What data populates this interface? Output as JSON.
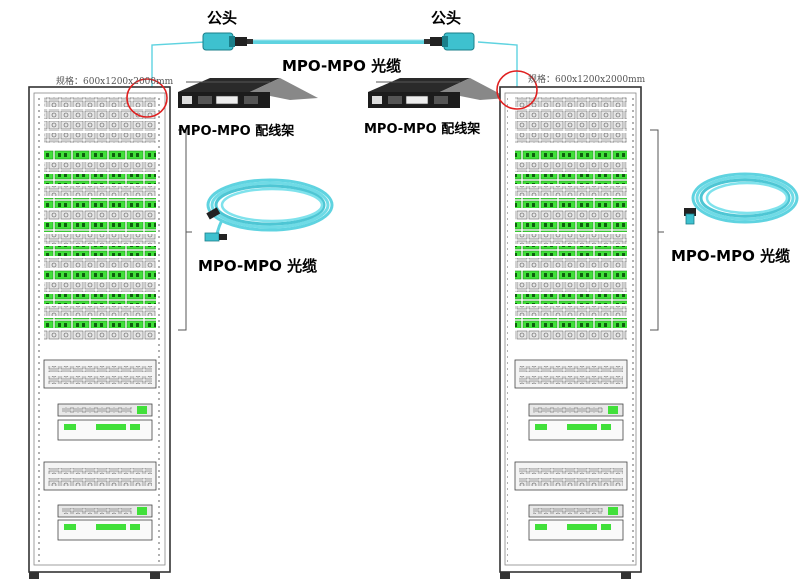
{
  "labels": {
    "male_left": "公头",
    "male_right": "公头",
    "top_cable": "MPO-MPO 光缆",
    "panel_left": "MPO-MPO 配线架",
    "panel_right": "MPO-MPO 配线架",
    "cable_left": "MPO-MPO 光缆",
    "cable_right": "MPO-MPO 光缆",
    "rack_spec_left": "规格：600x1200x2000mm",
    "rack_spec_right": "规格：600x1200x2000mm"
  },
  "colors": {
    "fiber_aqua": "#5fd3e0",
    "connector_body": "#3ec1cf",
    "connector_dark": "#222222",
    "module_green": "#41e03a",
    "highlight_circle": "#e02020",
    "rack_line": "#333333"
  }
}
